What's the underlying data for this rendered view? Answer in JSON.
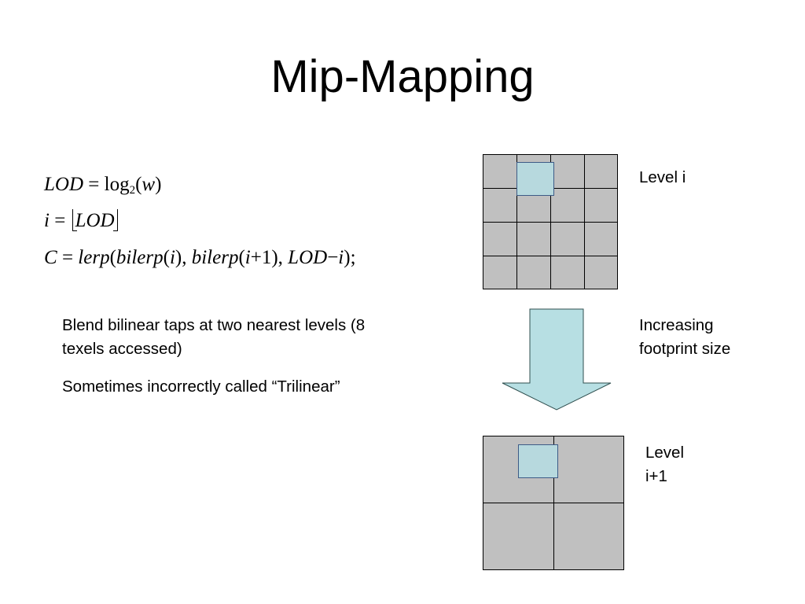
{
  "title": "Mip-Mapping",
  "formulas": {
    "lod": {
      "lhs": "LOD",
      "op": "=",
      "fn": "log",
      "sub": "2",
      "arg_open": "(",
      "arg": "w",
      "arg_close": ")"
    },
    "i": {
      "lhs": "i",
      "op": "=",
      "inner": "LOD"
    },
    "c": {
      "lhs": "C",
      "op": "=",
      "lerp": "lerp",
      "p1": "(",
      "bilerp1": "bilerp",
      "a1": "(",
      "v1": "i",
      "c1": "),",
      "bilerp2": "bilerp",
      "a2": "(",
      "v2": "i",
      "plus": "+1),",
      "lod": "LOD",
      "minus": "−",
      "v3": "i",
      "end": ");"
    }
  },
  "text": {
    "blend": "Blend bilinear taps at two nearest levels (8 texels accessed)",
    "sometimes": "Sometimes incorrectly called “Trilinear”"
  },
  "labels": {
    "level_i": "Level i",
    "increasing": "Increasing footprint size",
    "level_i1": "Level i+1"
  },
  "colors": {
    "texel_fill": "#c0c0c0",
    "footprint_fill": "#b7d9de",
    "footprint_border": "#3d5b86",
    "arrow_fill": "#b7dfe3"
  },
  "icons": {
    "arrow": "down-arrow-icon"
  }
}
